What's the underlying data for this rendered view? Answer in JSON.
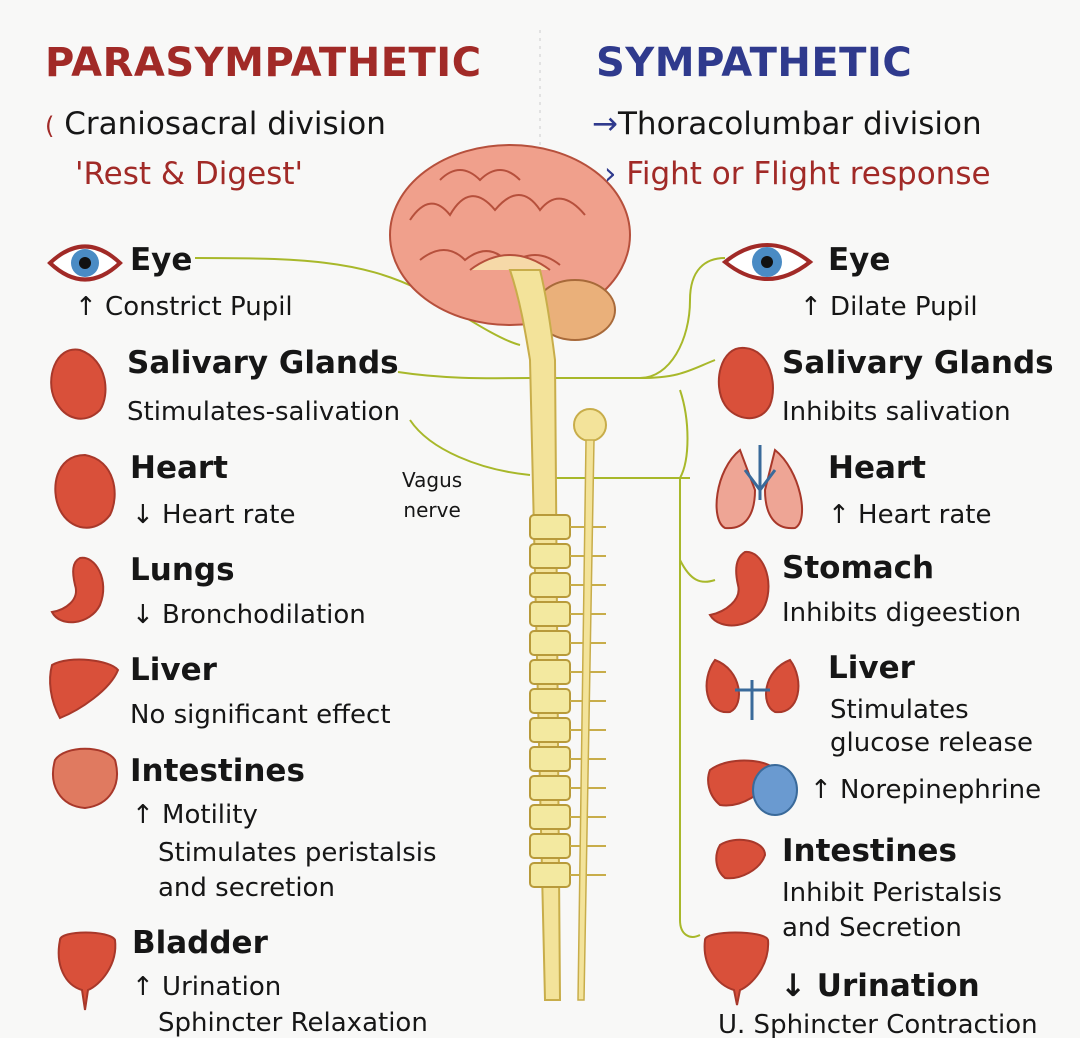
{
  "colors": {
    "para": "#a12a27",
    "symp": "#2f3a8d",
    "organ": "#d9503a",
    "nerve": "#9cb020",
    "spine": "#f3e39a"
  },
  "left": {
    "title": "PARASYMPATHETIC",
    "division_marker": "(",
    "division": "Craniosacral division",
    "tagline": "'Rest & Digest'",
    "items": [
      {
        "icon": "eye-icon",
        "title": "Eye",
        "lines": [
          "↑ Constrict Pupil"
        ]
      },
      {
        "icon": "heart-icon",
        "title": "Salivary Glands",
        "lines": [
          "Stimulates-salivation"
        ]
      },
      {
        "icon": "heart-icon",
        "title": "Heart",
        "lines": [
          "↓ Heart rate"
        ]
      },
      {
        "icon": "stomach-icon",
        "title": "Lungs",
        "lines": [
          "↓ Bronchodilation"
        ]
      },
      {
        "icon": "liver-icon",
        "title": "Liver",
        "lines": [
          "No significant effect"
        ]
      },
      {
        "icon": "intestines-icon",
        "title": "Intestines",
        "lines": [
          "↑ Motility",
          "Stimulates peristalsis",
          "and secretion"
        ]
      },
      {
        "icon": "bladder-icon",
        "title": "Bladder",
        "lines": [
          "↑ Urination",
          "Sphincter Relaxation"
        ]
      }
    ]
  },
  "right": {
    "title": "SYMPATHETIC",
    "division_marker": "→",
    "division": "Thoracolumbar division",
    "tagline_marker": "›",
    "tagline": "Fight or Flight response",
    "items": [
      {
        "icon": "eye-icon",
        "title": "Eye",
        "lines": [
          "↑ Dilate Pupil"
        ]
      },
      {
        "icon": "heart-icon",
        "title": "Salivary Glands",
        "lines": [
          "Inhibits salivation"
        ]
      },
      {
        "icon": "lungs-icon",
        "title": "Heart",
        "lines": [
          "↑ Heart rate"
        ]
      },
      {
        "icon": "stomach-icon",
        "title": "Stomach",
        "lines": [
          "Inhibits digeestion"
        ]
      },
      {
        "icon": "kidneys-icon",
        "title": "Liver",
        "lines": [
          "Stimulates",
          "glucose release"
        ]
      },
      {
        "icon": "liver-pancreas-icon",
        "title": "",
        "lines": [
          "↑ Norepinephrine"
        ]
      },
      {
        "icon": "intestines-icon",
        "title": "Intestines",
        "lines": [
          "Inhibit Peristalsis",
          "and Secretion"
        ]
      },
      {
        "icon": "bladder-icon",
        "title": "↓ Urination",
        "lines": [
          "U. Sphincter Contraction"
        ]
      }
    ]
  },
  "center": {
    "vagus_label_1": "Vagus",
    "vagus_label_2": "nerve"
  }
}
